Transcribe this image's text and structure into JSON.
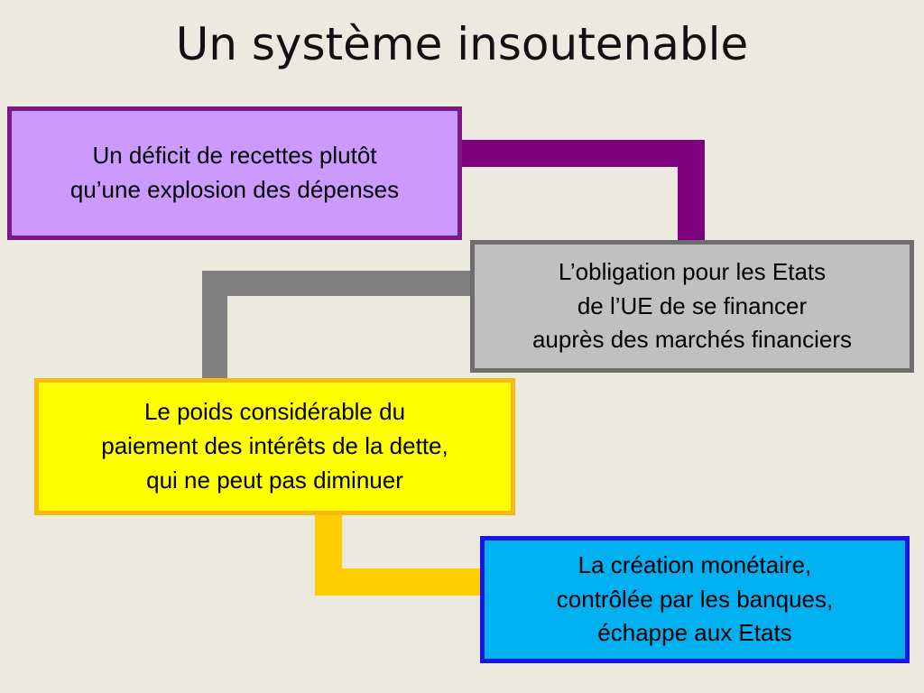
{
  "title": "Un système insoutenable",
  "colors": {
    "background": "#ece9df",
    "purple_fill": "#cc99ff",
    "purple_border": "#7b1a86",
    "purple_connector": "#7f007f",
    "gray_fill": "#c0c0c0",
    "gray_border": "#6e6e6e",
    "gray_connector": "#808080",
    "yellow_fill": "#ffff00",
    "yellow_border": "#f7b90b",
    "yellow_connector": "#ffcc00",
    "blue_fill": "#00b0f0",
    "blue_border": "#1516e0"
  },
  "boxes": {
    "deficit": "Un déficit de recettes plutôt\nqu’une explosion des dépenses",
    "obligation": "L’obligation pour les Etats\nde l’UE de se financer\nauprès des marchés financiers",
    "interets": "Le poids considérable du\npaiement des intérêts de la dette,\nqui ne peut pas diminuer",
    "creation": "La création monétaire,\ncontrôlée par les banques,\néchappe aux Etats"
  }
}
